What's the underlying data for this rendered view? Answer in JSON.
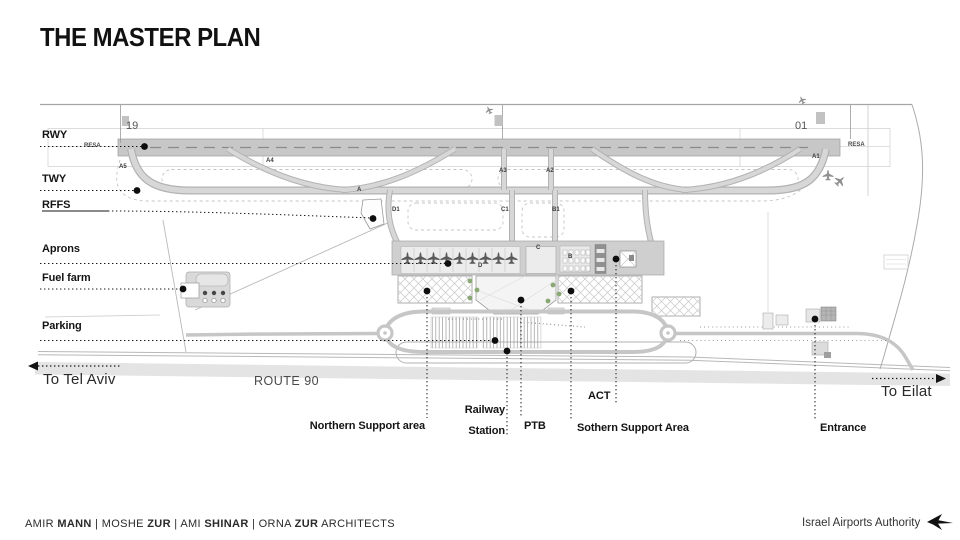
{
  "title": "THE MASTER PLAN",
  "plan": {
    "side_labels": {
      "rwy": "RWY",
      "twy": "TWY",
      "rffs": "RFFS",
      "aprons": "Aprons",
      "fuel_farm": "Fuel farm",
      "parking": "Parking"
    },
    "bottom_labels": {
      "northern_support": "Northern Support area",
      "railway_station": "Railway\nStation",
      "ptb": "PTB",
      "act": "ACT",
      "southern_support": "Sothern Support Area",
      "entrance": "Entrance"
    },
    "road_labels": {
      "to_tel_aviv": "To Tel Aviv",
      "route_90": "ROUTE 90",
      "to_eilat": "To Eilat"
    },
    "markings": {
      "rwy_19": "19",
      "rwy_01": "01",
      "resa_left": "RESA",
      "resa_right": "RESA",
      "twy_a5": "A5",
      "twy_a4": "A4",
      "twy_a3": "A3",
      "twy_a2": "A2",
      "twy_a1": "A1",
      "twy_a": "A",
      "twy_d1": "D1",
      "twy_c1": "C1",
      "twy_b1": "B1",
      "twy_c": "C",
      "twy_b": "B",
      "twy_d": "D"
    }
  },
  "footer": {
    "credits": [
      "AMIR ",
      "MANN",
      " | MOSHE ",
      "ZUR",
      " | AMI ",
      "SHINAR",
      " | ORNA ",
      "ZUR",
      " ARCHITECTS"
    ],
    "authority": "Israel Airports Authority"
  },
  "colors": {
    "ink": "#141414",
    "runway": "#c7c7c7",
    "taxiway": "#d7d7d7",
    "apron": "#cfcfcf",
    "road": "#c6c6c6",
    "route90": "#e4e4e4",
    "tree_green": "#8aa873"
  }
}
